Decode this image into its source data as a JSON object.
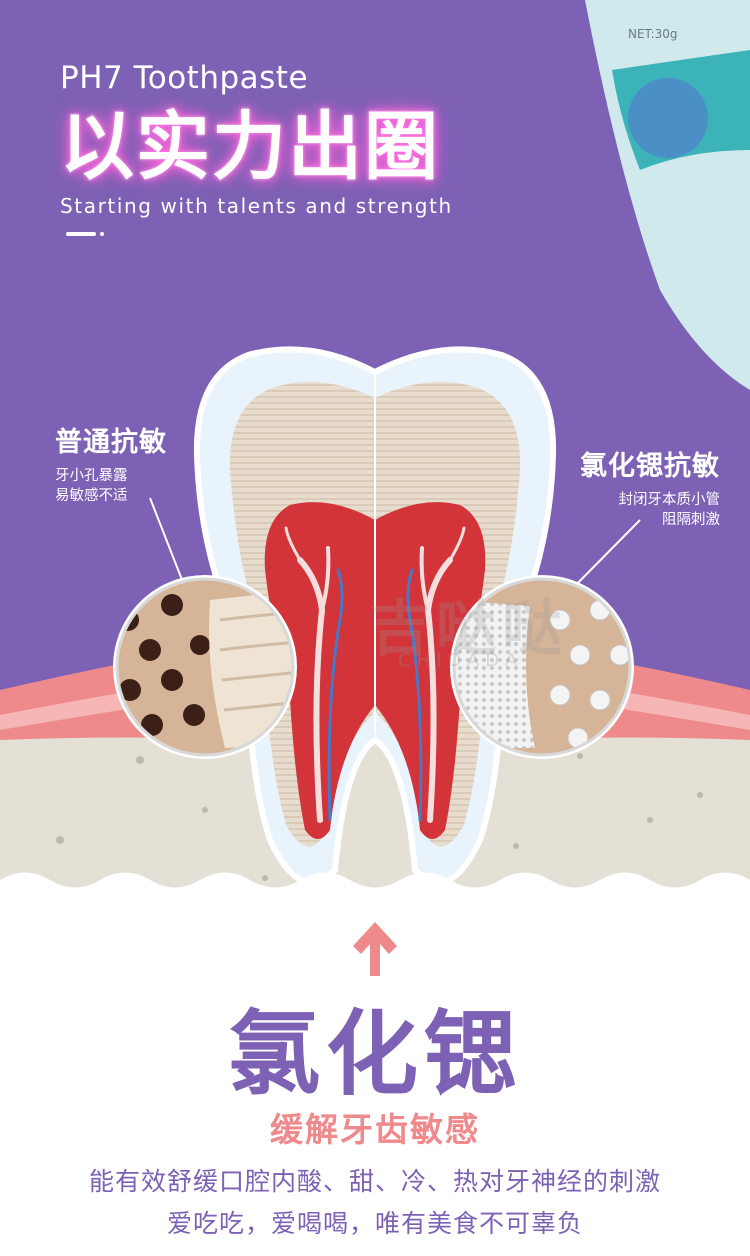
{
  "header": {
    "brand": "PH7 Toothpaste",
    "headline": "以实力出圈",
    "tagline": "Starting with talents and strength"
  },
  "product": {
    "net_label": "NET:30g"
  },
  "left_label": {
    "title": "普通抗敏",
    "desc_lines": [
      "牙小孔暴露",
      "易敏感不适"
    ]
  },
  "right_label": {
    "title": "氯化锶抗敏",
    "desc_lines": [
      "封闭牙本质小管",
      "阻隔刺激"
    ]
  },
  "watermark": {
    "text": "吉哒哒",
    "sub": "CHIDADA"
  },
  "feature": {
    "title": "氯化锶",
    "subtitle": "缓解牙齿敏感",
    "desc_lines": [
      "能有效舒缓口腔内酸、甜、冷、热对牙神经的刺激",
      "爱吃吃，爱喝喝，唯有美食不可辜负"
    ]
  },
  "colors": {
    "purple": "#7d61b4",
    "gum": "#ee8a8c",
    "bone": "#e4e0d6",
    "pulp": "#d3343a",
    "nerve_blue": "#4a78c8"
  }
}
